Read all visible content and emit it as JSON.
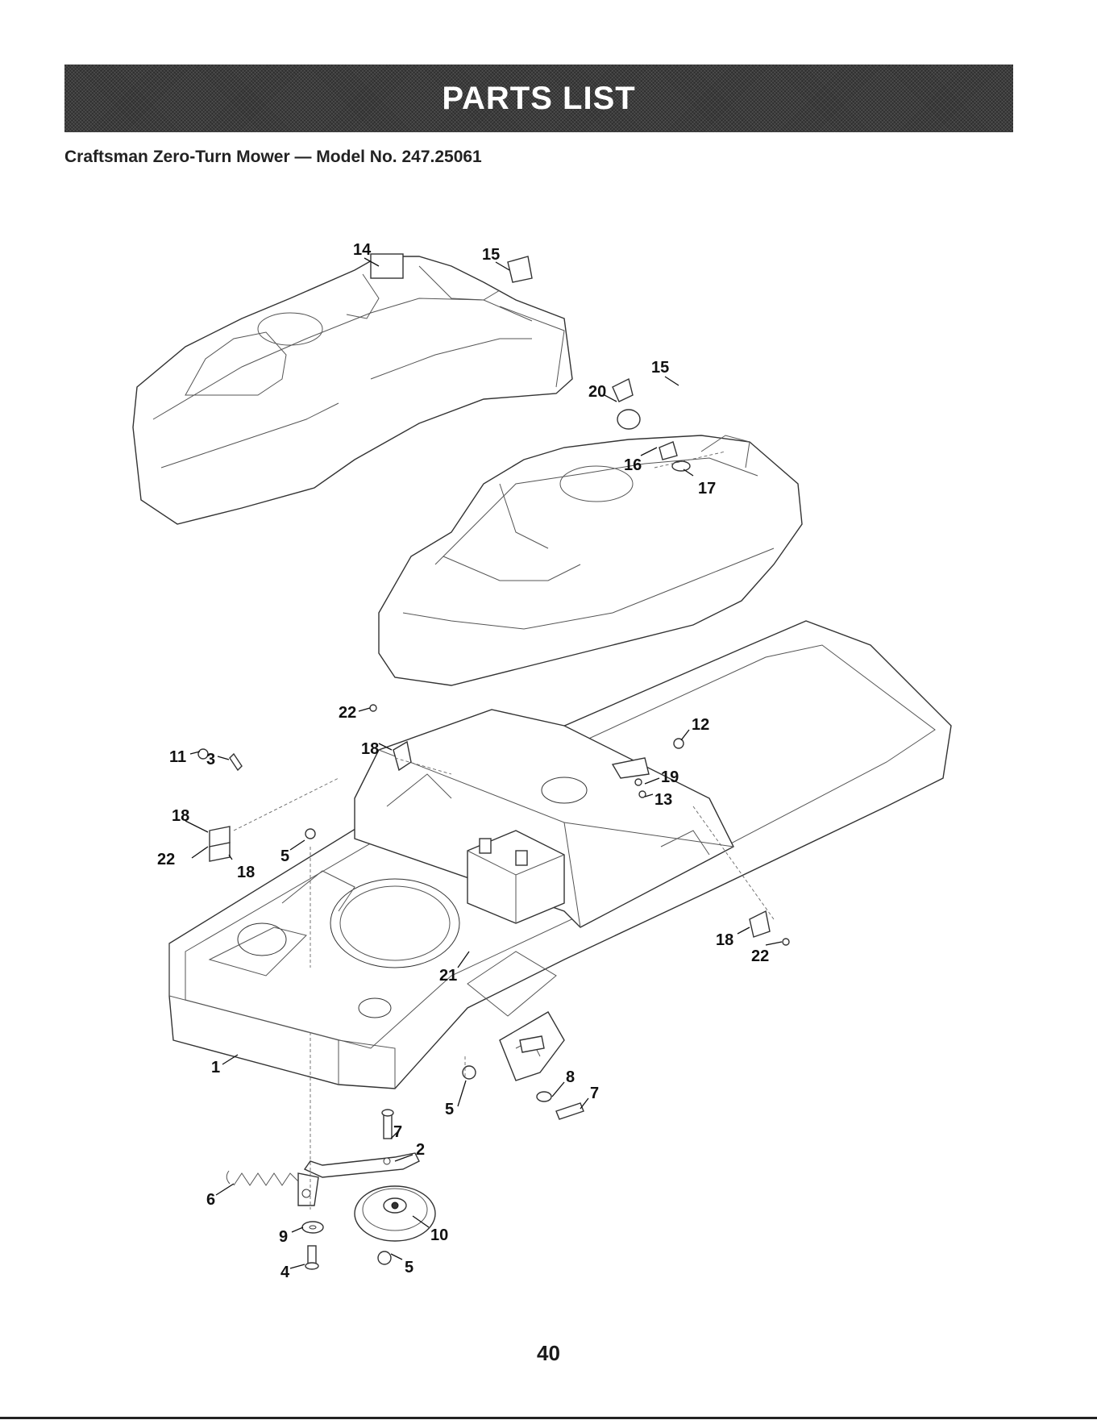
{
  "header": {
    "title": "PARTS LIST",
    "subtitle": "Craftsman Zero-Turn Mower — Model No. 247.25061"
  },
  "diagram": {
    "callouts": [
      "14",
      "15",
      "15",
      "20",
      "16",
      "17",
      "11",
      "3",
      "22",
      "18",
      "12",
      "19",
      "13",
      "18",
      "22",
      "5",
      "18",
      "18",
      "22",
      "21",
      "1",
      "8",
      "7",
      "5",
      "7",
      "2",
      "6",
      "9",
      "10",
      "4",
      "5"
    ]
  },
  "footer": {
    "page_number": "40"
  }
}
